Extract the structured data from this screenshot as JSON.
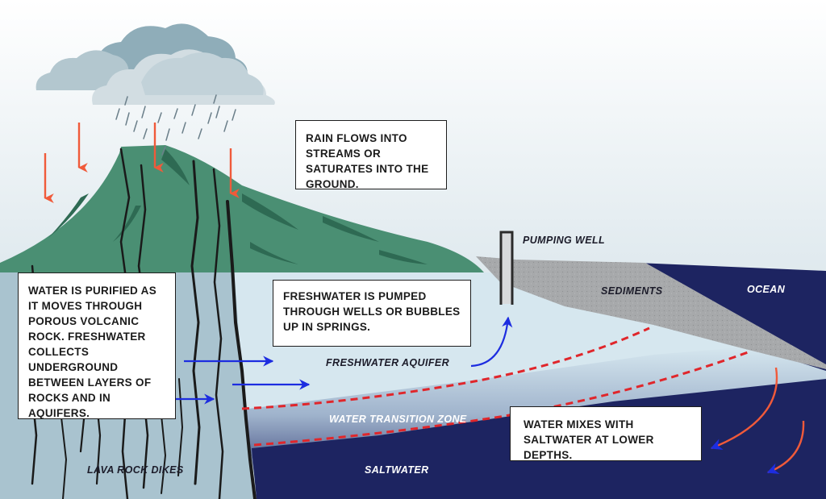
{
  "callouts": {
    "rain": "RAIN FLOWS INTO STREAMS OR SATURATES INTO THE GROUND.",
    "purified": "WATER IS PURIFIED AS IT MOVES THROUGH POROUS VOLCANIC ROCK. FRESHWATER COLLECTS UNDERGROUND BETWEEN LAYERS OF ROCKS AND IN AQUIFERS.",
    "pumped": "FRESHWATER IS PUMPED THROUGH WELLS OR BUBBLES UP IN SPRINGS.",
    "mixes": "WATER MIXES WITH SALTWATER AT LOWER DEPTHS."
  },
  "labels": {
    "pumping_well": "PUMPING WELL",
    "sediments": "SEDIMENTS",
    "ocean": "OCEAN",
    "freshwater_aquifer": "FRESHWATER AQUIFER",
    "transition_zone": "WATER TRANSITION ZONE",
    "lava_rock_dikes": "LAVA ROCK DIKES",
    "saltwater": "SALTWATER"
  },
  "colors": {
    "sky_top": "#ffffff",
    "sky_bottom": "#c9d9e0",
    "mountain": "#4a8f73",
    "mountain_shade": "#2e6a53",
    "groundwater": "#d6e7ef",
    "rock_wall": "#a9c3cf",
    "ocean": "#1d2461",
    "sediment": "#a7a9ab",
    "rain_arrow": "#f05a3a",
    "flow_arrow": "#1d2de0",
    "boundary_dash": "#e0262b",
    "cloud_dark": "#8fadb9",
    "cloud_light": "#c5d3da"
  },
  "icons": [
    "cloud-icon",
    "rain-streaks-icon",
    "down-arrow-icon",
    "right-arrow-icon",
    "curved-arrow-icon",
    "pumping-well-icon"
  ]
}
